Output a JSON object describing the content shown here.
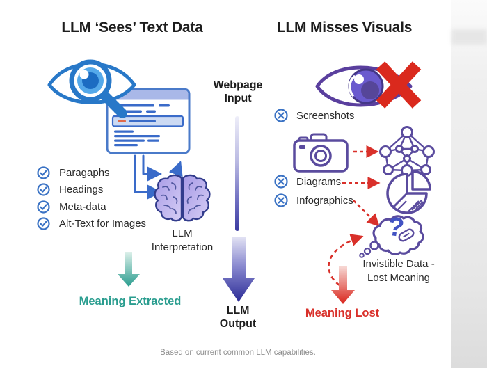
{
  "left_panel": {
    "title": "LLM ‘Sees’ Text Data",
    "checklist": [
      {
        "icon": "check-circle",
        "label": "Paragaphs"
      },
      {
        "icon": "check-circle",
        "label": "Headings"
      },
      {
        "icon": "check-circle",
        "label": "Meta-data"
      },
      {
        "icon": "check-circle",
        "label": "Alt-Text for Images"
      }
    ],
    "brain_caption": "LLM Interpretation",
    "result_label": "Meaning Extracted"
  },
  "center_flow": {
    "input_label": "Webpage Input",
    "output_label": "LLM Output"
  },
  "right_panel": {
    "title": "LLM Misses Visuals",
    "missed_items": [
      {
        "icon": "x-circle",
        "label": "Screenshots"
      },
      {
        "icon": "x-circle",
        "label": "Diagrams"
      },
      {
        "icon": "x-circle",
        "label": "Infographics"
      }
    ],
    "bubble_symbol": "?",
    "bubble_caption": "Invistible Data - Lost Meaning",
    "result_label": "Meaning Lost"
  },
  "footer": {
    "caption": "Based on current common LLM capabilities."
  },
  "colors": {
    "left_accent": "#2e78c8",
    "browser_line": "#3a6bc9",
    "right_accent": "#5a4b9e",
    "success": "#2a9d8f",
    "danger": "#d9302a",
    "flow_dark": "#30309a",
    "title_text": "#1d1d1d",
    "caption_gray": "#8f8f8f"
  }
}
